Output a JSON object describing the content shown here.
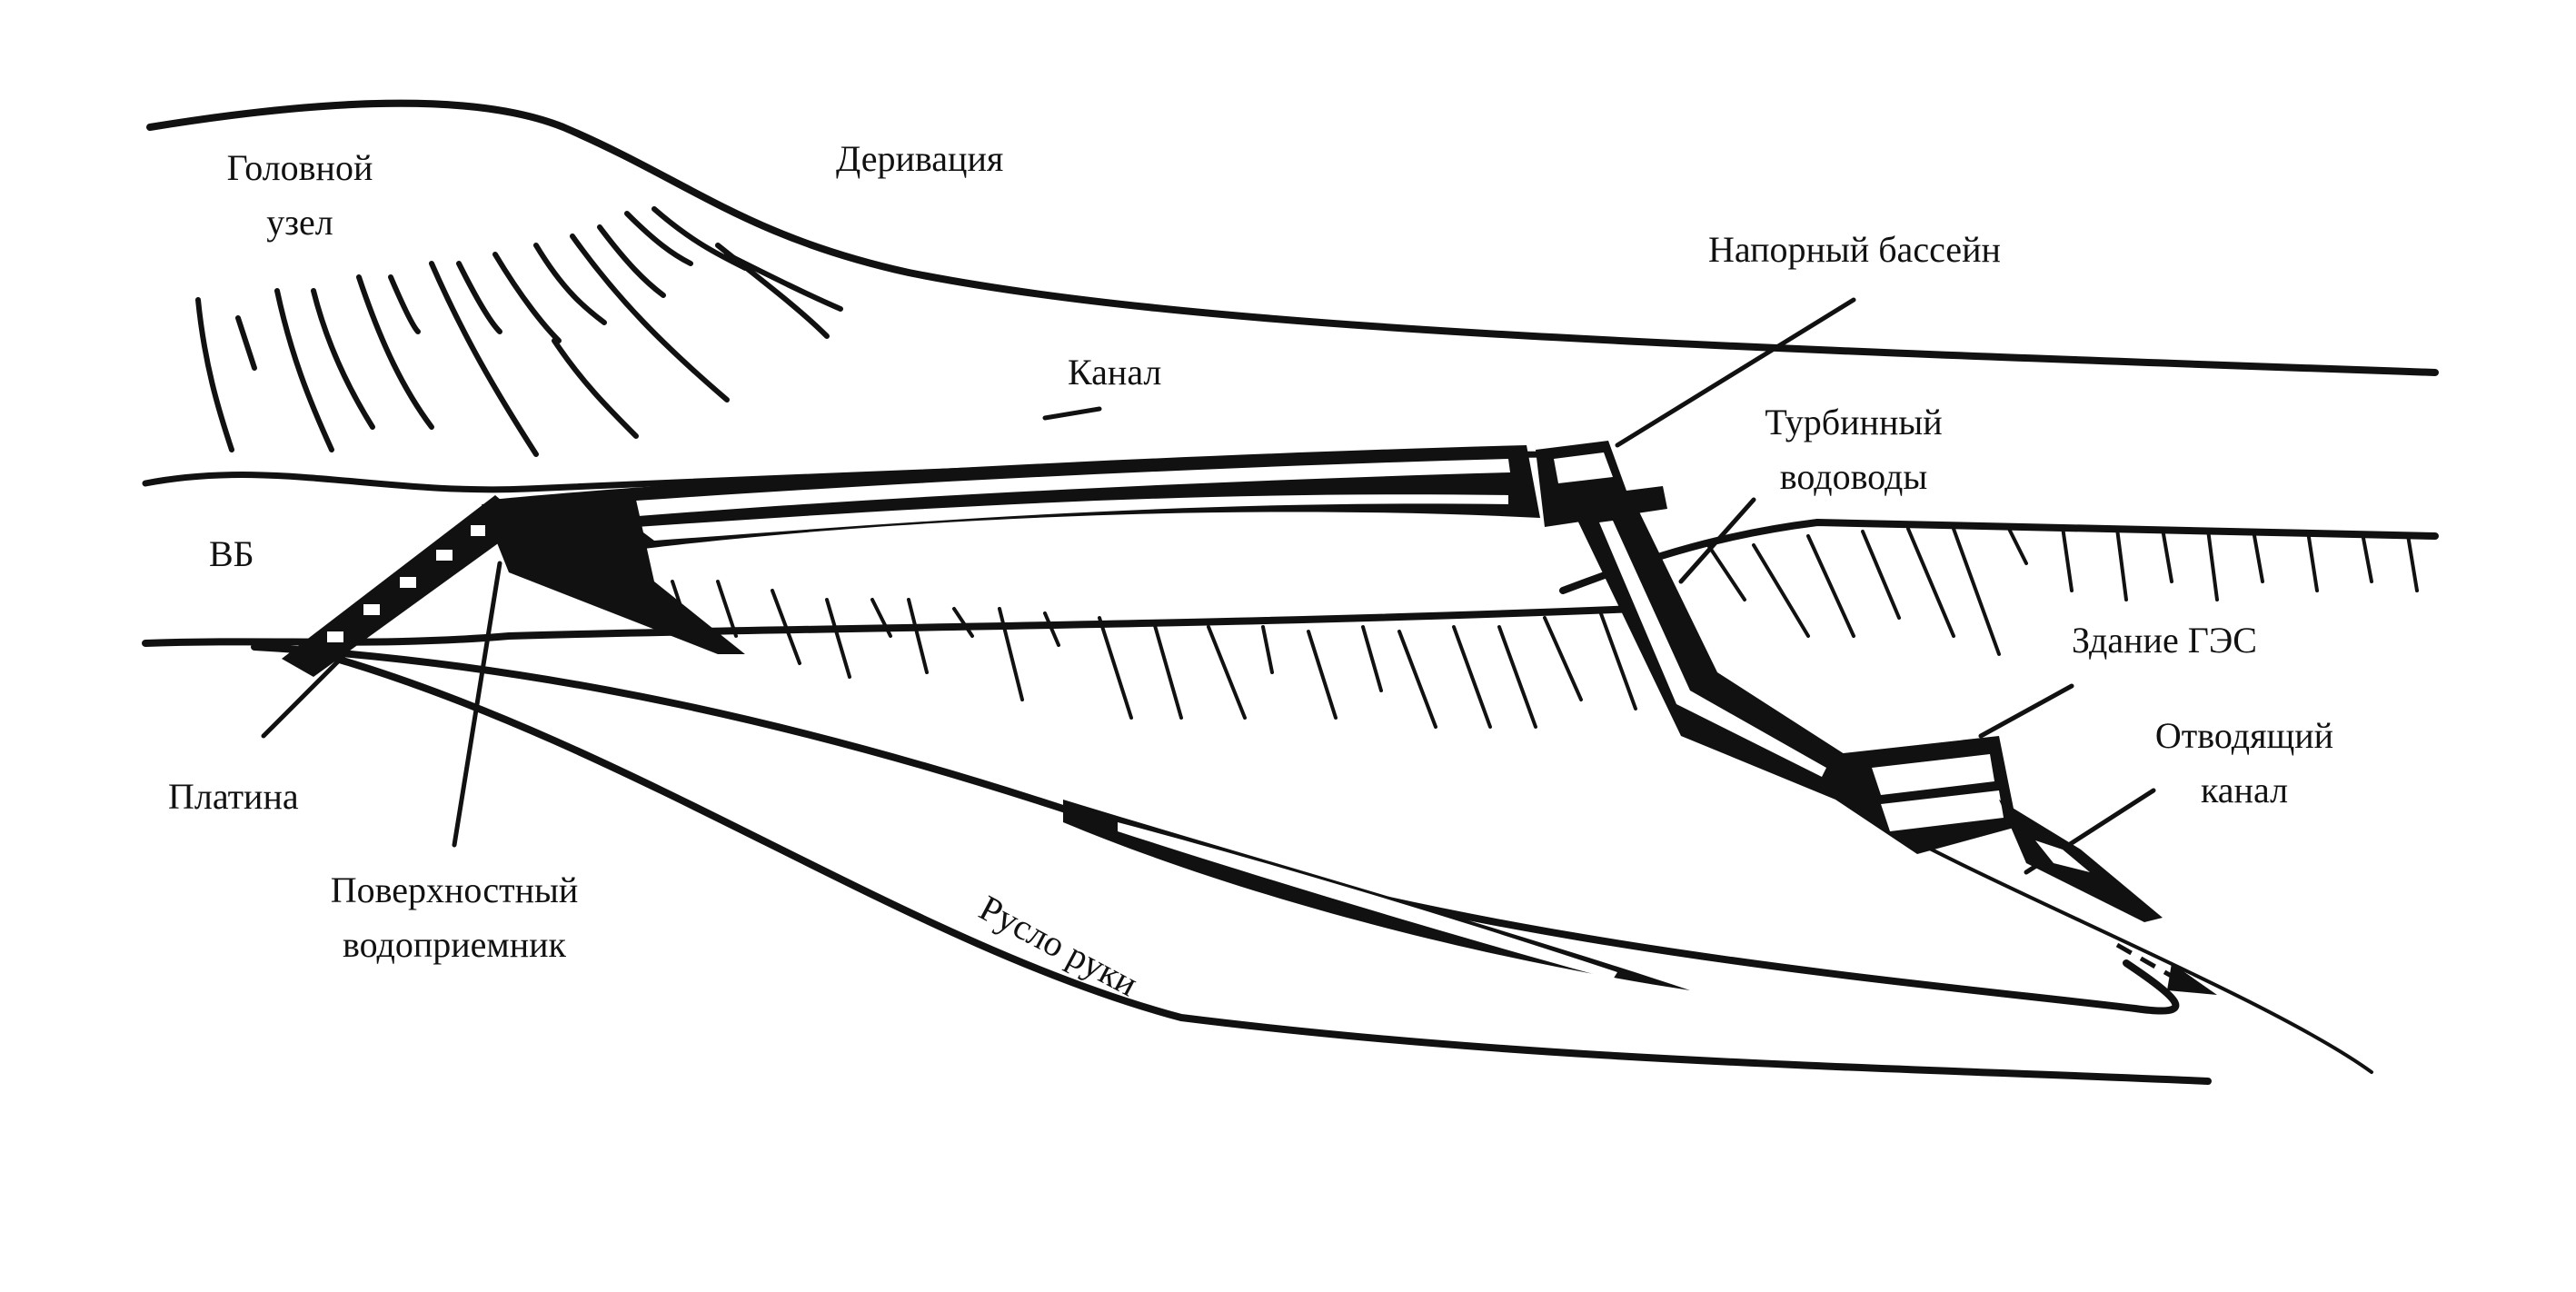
{
  "labels": {
    "head_node": [
      "Головной",
      "узел"
    ],
    "derivation": "Деривация",
    "pressure_basin": "Напорный бассейн",
    "canal": "Канал",
    "turbine_conduits": [
      "Турбинный",
      "водоводы"
    ],
    "upper_pool": "ВБ",
    "powerhouse": "Здание ГЭС",
    "tailrace": [
      "Отводящий",
      "канал"
    ],
    "weir": "Платина",
    "surface_intake": [
      "Поверхностный",
      "водоприемник"
    ],
    "riverbed": "Русло руки"
  },
  "colors": {
    "ink": "#111111",
    "background": "#ffffff"
  }
}
